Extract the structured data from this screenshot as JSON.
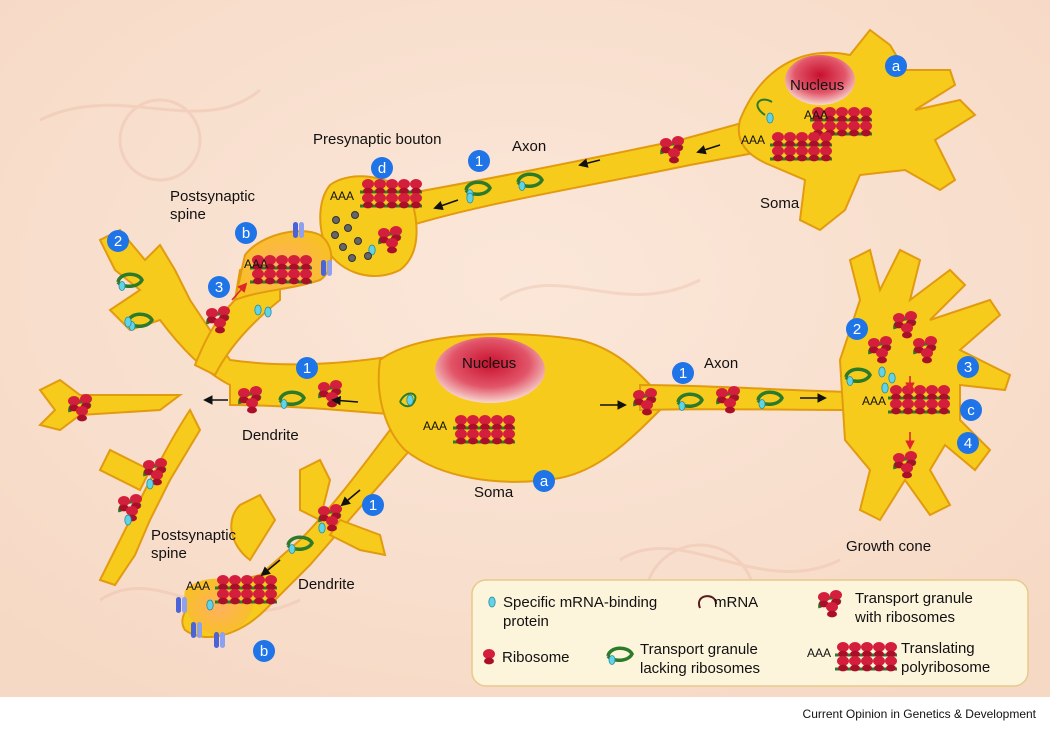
{
  "labels": {
    "nucleus_top": "Nucleus",
    "nucleus_main": "Nucleus",
    "soma_top": "Soma",
    "soma_main": "Soma",
    "presynaptic_bouton": "Presynaptic bouton",
    "axon_top": "Axon",
    "axon_right": "Axon",
    "postsynaptic_spine_top_l1": "Postsynaptic",
    "postsynaptic_spine_top_l2": "spine",
    "postsynaptic_spine_bottom_l1": "Postsynaptic",
    "postsynaptic_spine_bottom_l2": "spine",
    "dendrite_upper": "Dendrite",
    "dendrite_lower": "Dendrite",
    "growth_cone": "Growth cone",
    "poly_a": "AAA"
  },
  "badges": {
    "a": "a",
    "b": "b",
    "c": "c",
    "d": "d",
    "n1": "1",
    "n2": "2",
    "n3": "3",
    "n4": "4"
  },
  "legend": {
    "binding_protein_l1": "Specific mRNA-binding",
    "binding_protein_l2": "protein",
    "mrna": "mRNA",
    "granule_ribo_l1": "Transport granule",
    "granule_ribo_l2": "with ribosomes",
    "ribosome": "Ribosome",
    "granule_noribo_l1": "Transport granule",
    "granule_noribo_l2": "lacking ribosomes",
    "polyribosome_aaa": "AAA",
    "polyribosome_l1": "Translating",
    "polyribosome_l2": "polyribosome"
  },
  "credit": "Current Opinion in Genetics & Development",
  "colors": {
    "cell_fill": "#f7cb1c",
    "cell_edge": "#e29a0e",
    "badge": "#1f74e8",
    "ribosome": "#d41f3c",
    "granule": "#2c7a2a",
    "binding_protein": "#5fd4e8",
    "nucleus": "#c8102e",
    "arrow_red": "#e0262b",
    "legend_bg": "#fdf4dc"
  }
}
